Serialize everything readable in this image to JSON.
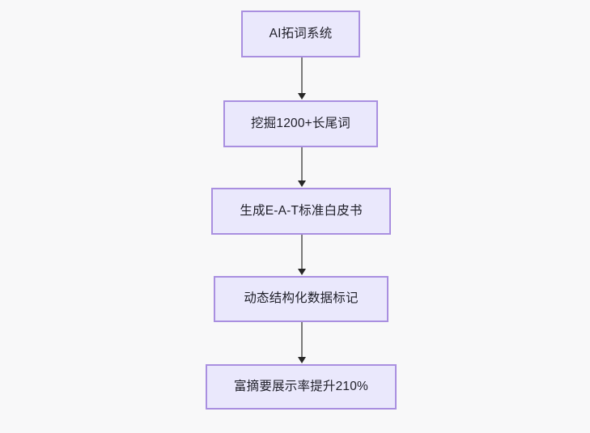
{
  "diagram": {
    "type": "flowchart",
    "direction": "top-to-bottom",
    "background_color": "#f8f8f9",
    "node_fill_color": "#eae8fc",
    "node_border_color": "#a98fe0",
    "node_text_color": "#20202a",
    "connector_line_color": "#7b7b7b",
    "connector_arrow_color": "#262626",
    "nodes": [
      {
        "id": "node-0",
        "label": "AI拓词系统"
      },
      {
        "id": "node-1",
        "label": "挖掘1200+长尾词"
      },
      {
        "id": "node-2",
        "label": "生成E-A-T标准白皮书"
      },
      {
        "id": "node-3",
        "label": "动态结构化数据标记"
      },
      {
        "id": "node-4",
        "label": "富摘要展示率提升210%"
      }
    ],
    "edges": [
      {
        "id": "connector-0",
        "from": "node-0",
        "to": "node-1",
        "label": ""
      },
      {
        "id": "connector-1",
        "from": "node-1",
        "to": "node-2",
        "label": ""
      },
      {
        "id": "connector-2",
        "from": "node-2",
        "to": "node-3",
        "label": ""
      },
      {
        "id": "connector-3",
        "from": "node-3",
        "to": "node-4",
        "label": ""
      }
    ]
  }
}
